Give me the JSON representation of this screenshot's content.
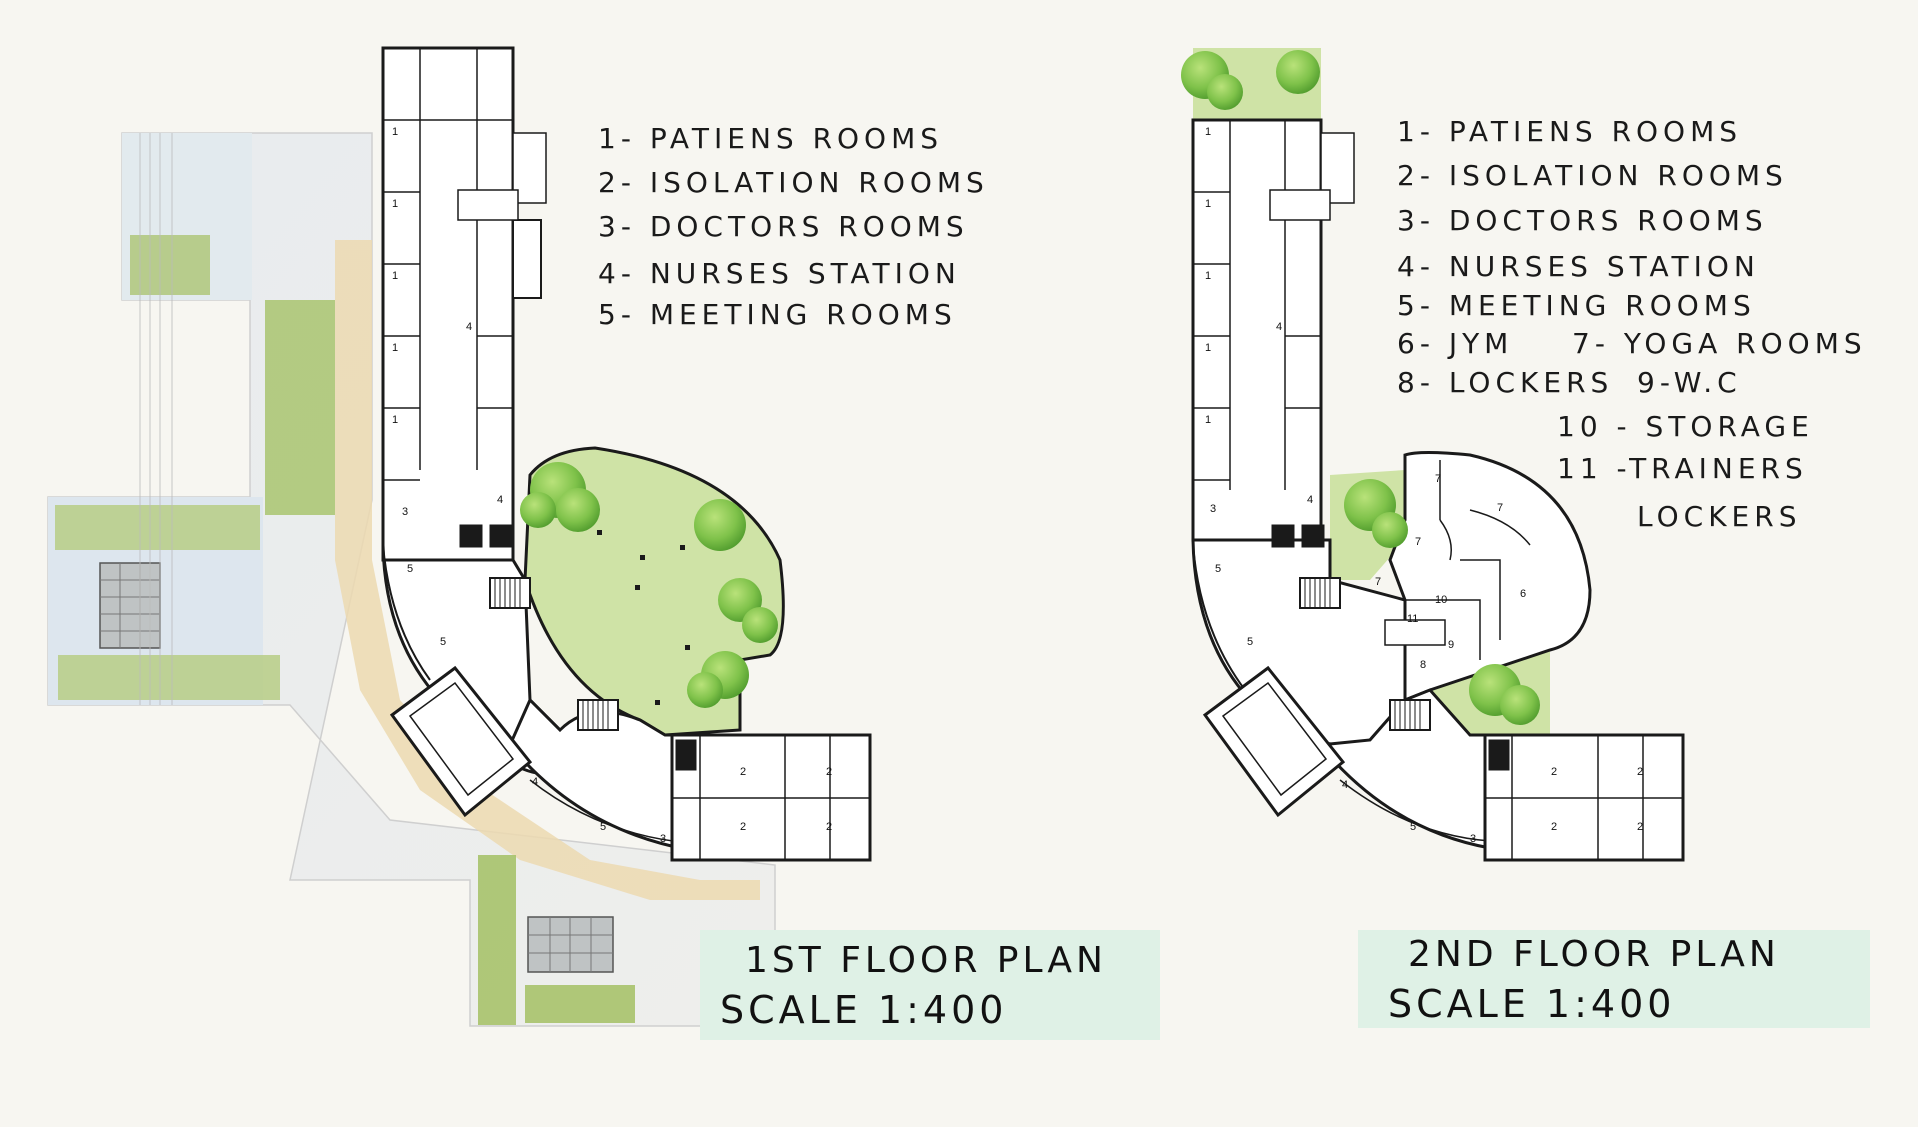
{
  "plans": [
    {
      "title": "1ST FLOOR PLAN",
      "scale": "SCALE 1:400",
      "legend": [
        "1- PATIENS ROOMS",
        "2- ISOLATION ROOMS",
        "3- DOCTORS ROOMS",
        "4- NURSES STATION",
        "5- MEETING ROOMS"
      ]
    },
    {
      "title": "2ND FLOOR PLAN",
      "scale": "SCALE 1:400",
      "legend": [
        "1- PATIENS ROOMS",
        "2- ISOLATION ROOMS",
        "3- DOCTORS ROOMS",
        "4- NURSES STATION",
        "5- MEETING ROOMS",
        "6- JYM",
        "7- YOGA ROOMS",
        "8- LOCKERS",
        "9-W.C",
        "10 - STORAGE",
        "11 -TRAINERS",
        "LOCKERS"
      ]
    }
  ],
  "room_numbers": [
    "1",
    "2",
    "3",
    "4",
    "5",
    "6",
    "7",
    "8",
    "9",
    "10",
    "11"
  ],
  "colors": {
    "background": "#f7f6f1",
    "lawn": "#cfe3a6",
    "tree": "#7fc24a",
    "wall": "#1a1a1a",
    "title_box": "#dff1e6",
    "site_shadow": "#e5e7e6",
    "site_tan": "#ecd9b0",
    "site_blue": "#d6e2ec"
  }
}
